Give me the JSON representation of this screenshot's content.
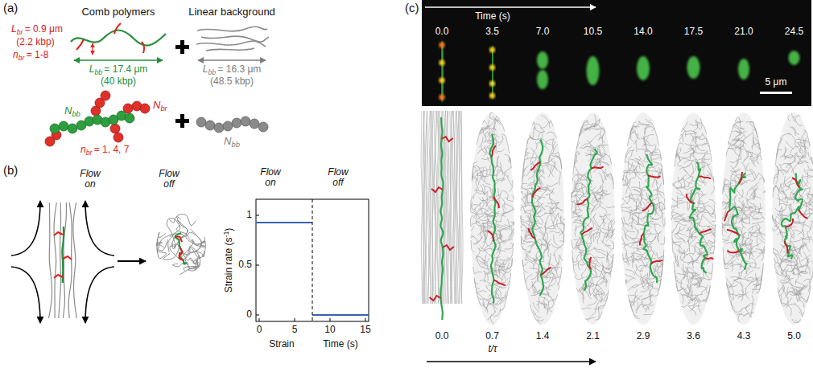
{
  "diagram": {
    "nodes": [
      {
        "text": [
          "Time (s)",
          "0.0",
          "3.5",
          "7.0",
          "10.5",
          "14.0",
          "17.5",
          "21.0",
          "24.5",
          "5 μm"
        ]
      }
    ],
    "labels": [
      "(a)",
      "Comb polymers",
      "Linear background",
      "L",
      "br",
      "= 0.9 μm",
      "(2.2 kbp)",
      "n",
      "br",
      "= 1-8",
      "L",
      "bb",
      "= 17.4 μm",
      "(40 kbp)",
      "L",
      "bb",
      "= 16.3 μm",
      "(48.5 kbp)",
      "N",
      "bb",
      "N",
      "br",
      "n",
      "br",
      "= 1, 4, 7",
      "N",
      "bb",
      "(b)",
      "Flow on",
      "Flow off",
      "Flow on",
      "Flow off",
      "Strain rate (s",
      "-1",
      ")",
      "1",
      "0.5",
      "0",
      "0",
      "5",
      "10",
      "15",
      "Strain",
      "Time (s)",
      "(c)",
      "0.0",
      "0.7",
      "1.4",
      "2.1",
      "2.9",
      "3.6",
      "4.3",
      "5.0",
      "t/τ"
    ]
  }
}
